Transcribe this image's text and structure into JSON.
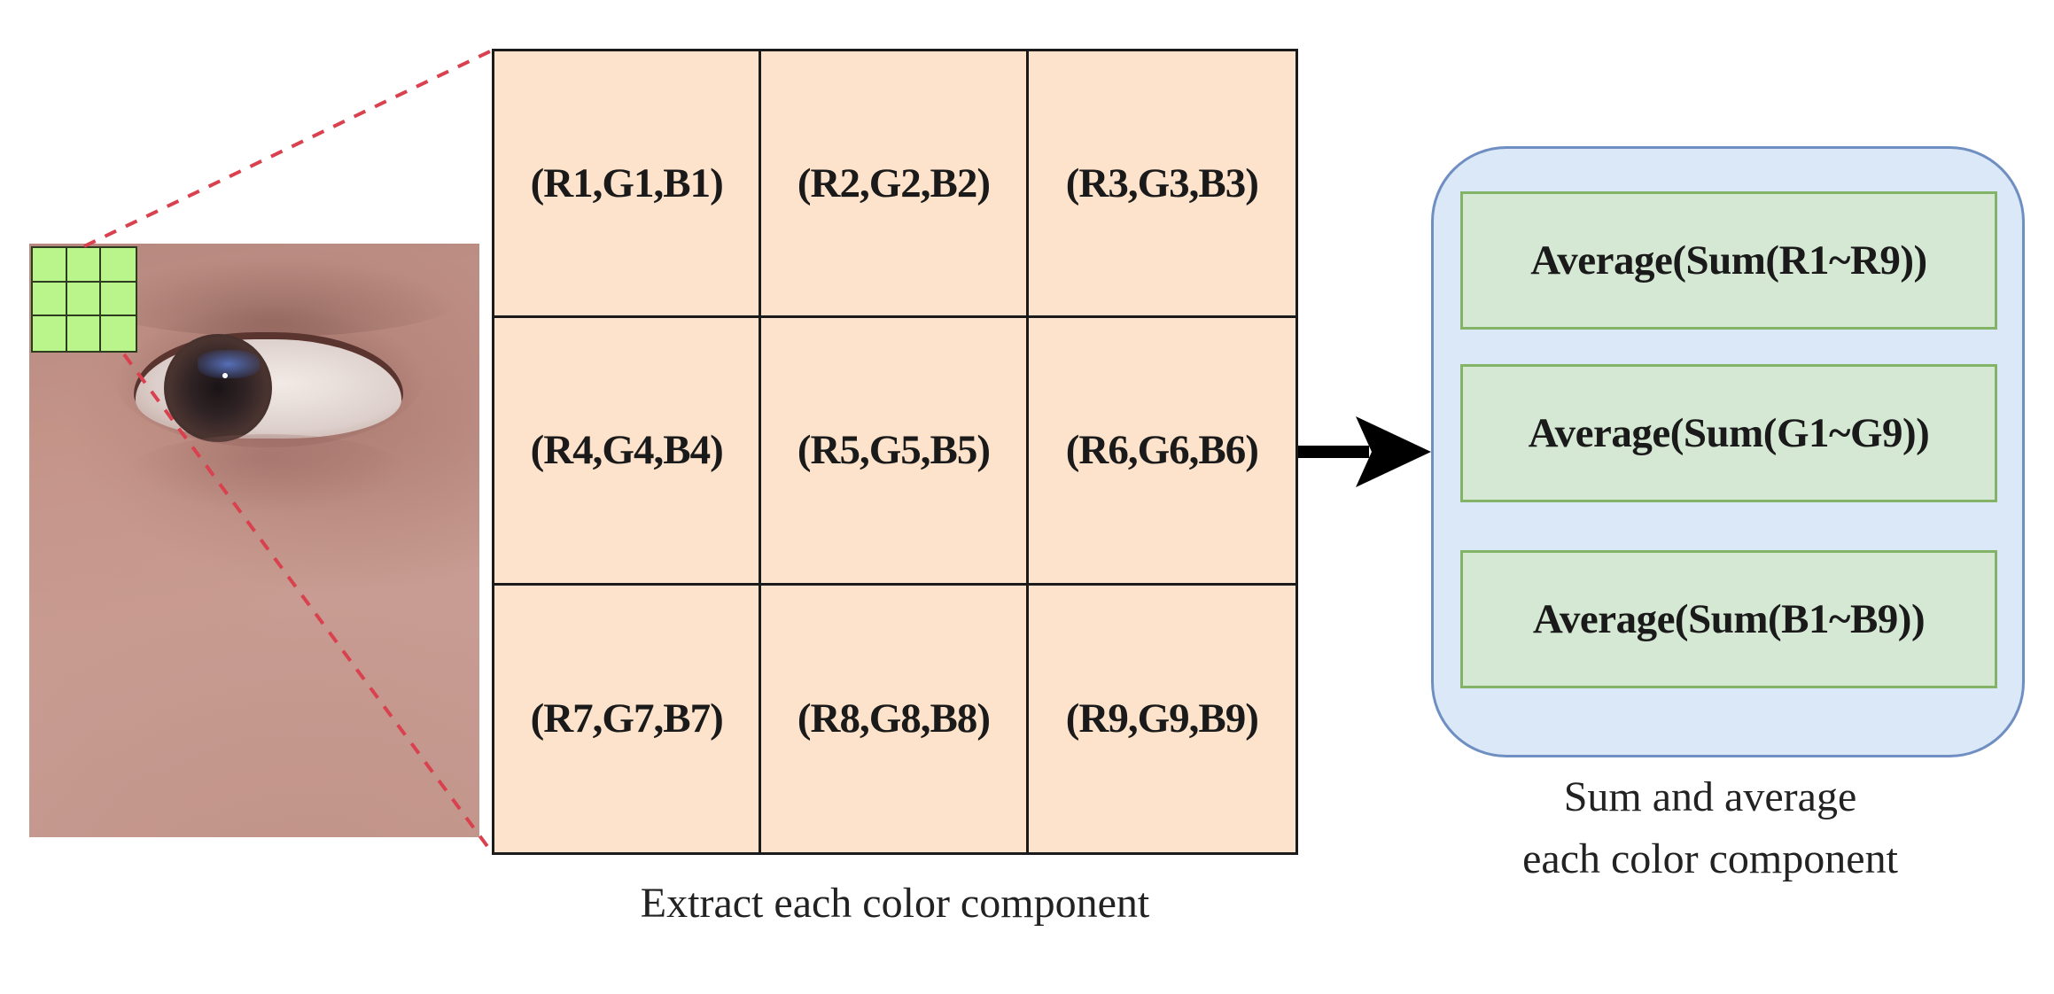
{
  "grid": {
    "cells": [
      "(R1,G1,B1)",
      "(R2,G2,B2)",
      "(R3,G3,B3)",
      "(R4,G4,B4)",
      "(R5,G5,B5)",
      "(R6,G6,B6)",
      "(R7,G7,B7)",
      "(R8,G8,B8)",
      "(R9,G9,B9)"
    ],
    "caption": "Extract each color component",
    "fill_color": "#fde3cb"
  },
  "averages": {
    "items": [
      "Average(Sum(R1~R9))",
      "Average(Sum(G1~G9))",
      "Average(Sum(B1~B9))"
    ],
    "caption_line1": "Sum and average",
    "caption_line2": "each color component",
    "panel_color": "#dbe8f7",
    "box_color": "#d5e8d4"
  },
  "patch": {
    "color": "#b9f58a",
    "rows": 3,
    "cols": 3
  },
  "icons": {
    "face": "face-eye-photo",
    "arrow": "right-arrow-icon"
  }
}
